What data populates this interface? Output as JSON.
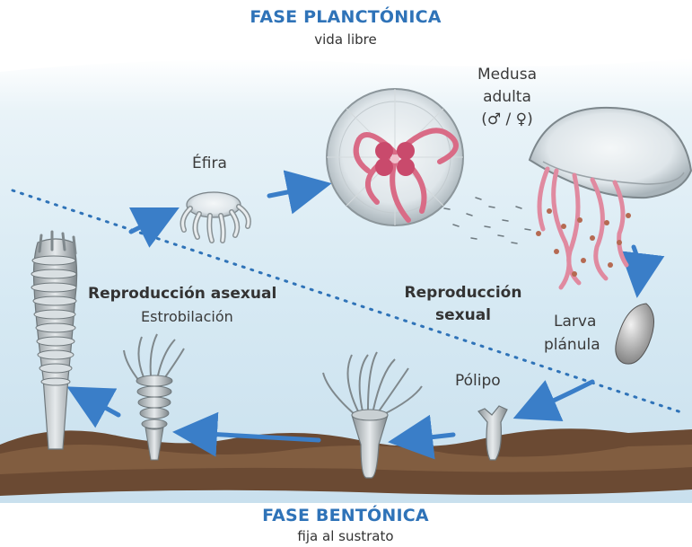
{
  "top": {
    "title": "FASE PLANCTÓNICA",
    "subtitle": "vida libre"
  },
  "bottom": {
    "title": "FASE BENTÓNICA",
    "subtitle": "fija al sustrato"
  },
  "labels": {
    "medusa_line1": "Medusa",
    "medusa_line2": "adulta",
    "medusa_line3": "(♂ / ♀)",
    "efira": "Éfira",
    "larva_line1": "Larva",
    "larva_line2": "plánula",
    "polipo": "Pólipo",
    "repro_asexual": "Reproducción asexual",
    "estrobilacion": "Estrobilación",
    "repro_sexual_line1": "Reproducción",
    "repro_sexual_line2": "sexual"
  },
  "colors": {
    "title_blue": "#2f73b8",
    "arrow_blue": "#3a7ec8",
    "water": "#dcecf5",
    "seabed": "#6b4a33"
  }
}
